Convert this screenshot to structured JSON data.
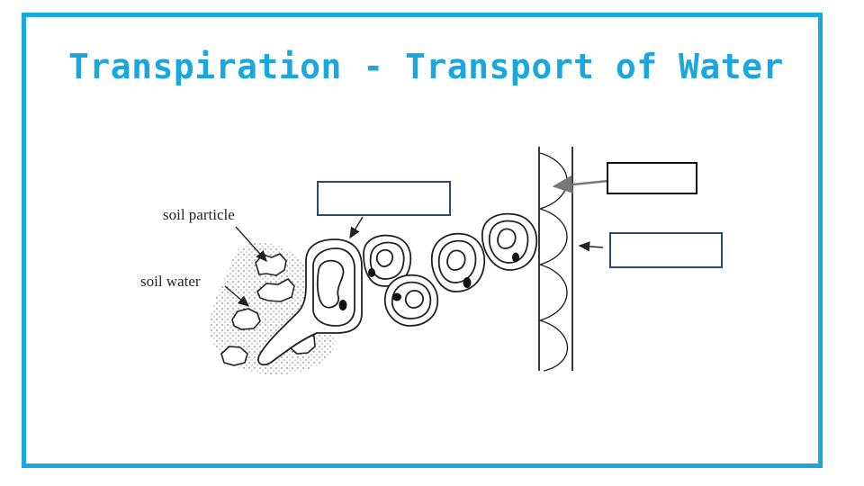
{
  "slide": {
    "title": "Transpiration - Transport of Water",
    "accent_color": "#1aa7de",
    "title_color": "#1aa7de",
    "box_border_color": "#2b4a6f"
  },
  "diagram": {
    "labels": {
      "soil_particle": "soil particle",
      "soil_water": "soil water"
    },
    "blank_label_boxes": [
      {
        "id": "root-hair-box",
        "text": ""
      },
      {
        "id": "xylem-wall-box",
        "text": ""
      },
      {
        "id": "xylem-vessel-box",
        "text": ""
      }
    ]
  }
}
